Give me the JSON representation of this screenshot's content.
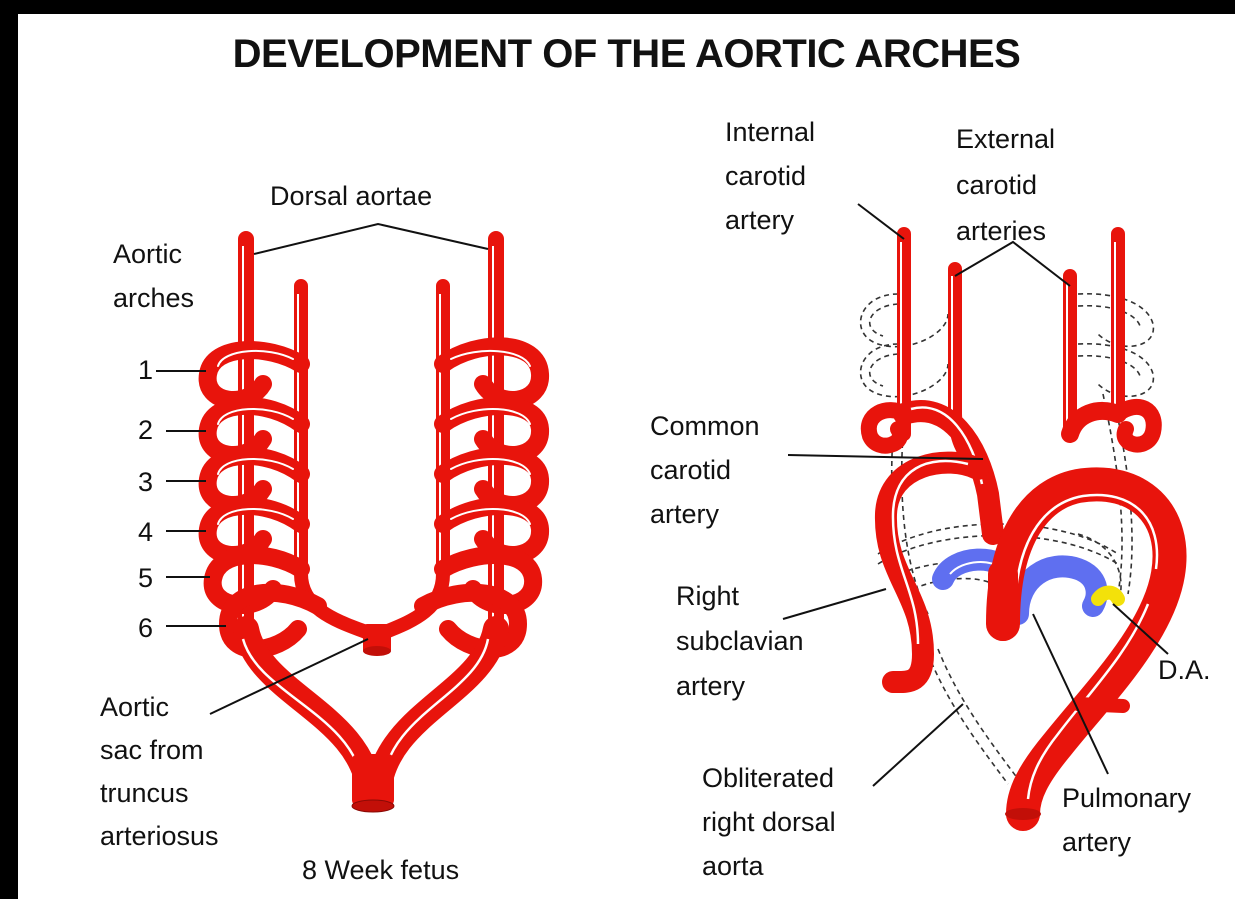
{
  "title": "DEVELOPMENT OF THE AORTIC ARCHES",
  "colors": {
    "artery": "#e8140c",
    "highlight": "#ffffff",
    "pulmonary": "#5f6ff0",
    "ductus": "#f3e10a",
    "outline": "#111111"
  },
  "left": {
    "dorsal_aortae": "Dorsal aortae",
    "aortic_arches": [
      "Aortic",
      "arches"
    ],
    "arch_numbers": [
      "1",
      "2",
      "3",
      "4",
      "5",
      "6"
    ],
    "aortic_sac": [
      "Aortic",
      "sac from",
      "truncus",
      "arteriosus"
    ],
    "caption": "8 Week fetus"
  },
  "right": {
    "internal_carotid": [
      "Internal",
      "carotid",
      "artery"
    ],
    "external_carotid": [
      "External",
      "carotid",
      "arteries"
    ],
    "common_carotid": [
      "Common",
      "carotid",
      "artery"
    ],
    "right_subclavian": [
      "Right",
      "subclavian",
      "artery"
    ],
    "ductus": "D.A.",
    "obliterated_dorsal": [
      "Obliterated",
      "right dorsal",
      "aorta"
    ],
    "pulmonary": [
      "Pulmonary",
      "artery"
    ]
  }
}
